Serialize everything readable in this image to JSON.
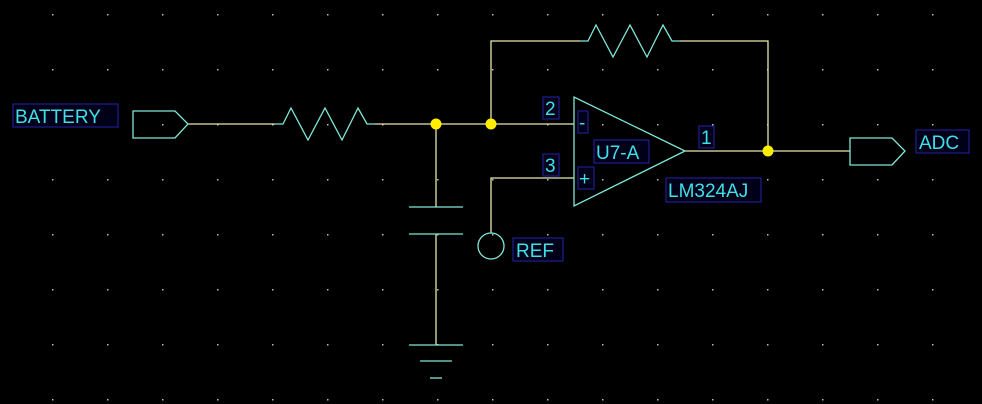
{
  "schematic": {
    "ports": {
      "input": "BATTERY",
      "output": "ADC",
      "reference": "REF"
    },
    "opamp": {
      "refdes": "U7-A",
      "part": "LM324AJ",
      "pin_inverting": "2",
      "pin_noninverting": "3",
      "pin_output": "1",
      "minus_sign": "-",
      "plus_sign": "+"
    },
    "ground_symbol": "_"
  },
  "colors": {
    "background": "#000000",
    "wire": "#e8e8b0",
    "component": "#7fe8d8",
    "label": "#40e0e8",
    "junction": "#ffee00"
  }
}
